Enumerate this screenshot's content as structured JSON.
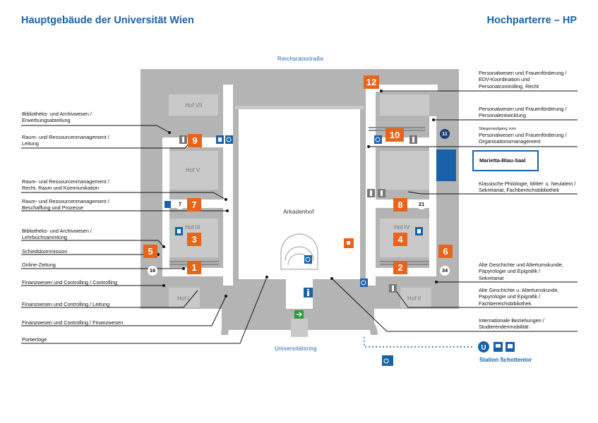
{
  "header": {
    "title": "Hauptgebäude der Universität Wien",
    "floor": "Hochparterre – HP"
  },
  "streets": {
    "north": "Reichsratsstraße",
    "south": "Universitätsring"
  },
  "courtyards": {
    "hof_vii": "Hof VII",
    "hof_v": "Hof V",
    "hof_iii": "Hof III",
    "hof_i": "Hof I",
    "hof_iv": "Hof IV",
    "hof_ii": "Hof II",
    "arkadenhof": "Arkadenhof"
  },
  "stairs": {
    "s1": "1",
    "s2": "2",
    "s3": "3",
    "s4": "4",
    "s5": "5",
    "s6": "6",
    "s7": "7",
    "s8": "8",
    "s9": "9",
    "s10": "10",
    "s12": "12"
  },
  "doors": {
    "d7": "7",
    "d11": "11",
    "d16": "16",
    "d21": "21",
    "d34": "34"
  },
  "labels_left": [
    {
      "lines": [
        "Bibliotheks- und Archivwesen /",
        "Erwerbungsabteilung"
      ]
    },
    {
      "lines": [
        "Raum- und Ressourcenmanagement /",
        "Leitung"
      ]
    },
    {
      "lines": [
        "Raum- und Ressourcenmanagement /",
        "Recht, Raum und Kommunikation"
      ]
    },
    {
      "lines": [
        "Raum- und Ressourcenmanagement /",
        "Beschaffung und Prozesse"
      ]
    },
    {
      "lines": [
        "Bibliotheks- und Archivwesen /",
        "Lehrbuchsammlung"
      ]
    },
    {
      "lines": [
        "Schiedskommission"
      ]
    },
    {
      "lines": [
        "Online-Zeitung"
      ]
    },
    {
      "lines": [
        "Finanzwesen und Controlling / Controlling"
      ]
    },
    {
      "lines": [
        "Finanzwesen und Controlling / Leitung"
      ]
    },
    {
      "lines": [
        "Finanzwesen und Controlling / Finanzwesen"
      ]
    },
    {
      "lines": [
        "Portierloge"
      ]
    }
  ],
  "labels_right": [
    {
      "lines": [
        "Personalwesen und Frauenförderung /",
        "EDV-Koordination und",
        "Personalcontrolling, Recht"
      ]
    },
    {
      "lines": [
        "Personalwesen und Frauenförderung /",
        "Personalentwicklung"
      ]
    },
    {
      "lines": [
        "Personalwesen und Frauenförderung /",
        "Organisationsmanagement"
      ],
      "pre": "Stiegenaufgang zum"
    },
    {
      "lines": [
        "Klassische Philologie, Mittel- u. Neulatein /",
        "Sekretariat, Fachbereichsbibliothek"
      ]
    },
    {
      "lines": [
        "Alte Geschichte und Altertumskunde,",
        "Papyrologie und Epigrafik /",
        "Sekretariat"
      ]
    },
    {
      "lines": [
        "Alte Geschichte u. Altertumskunde,",
        "Papyrologie und Epigrafik /",
        "Fachbereichsbibliothek"
      ]
    },
    {
      "lines": [
        "Internationale Beziehungen /",
        "Studierendenmobilität"
      ]
    }
  ],
  "highlight_room": "Marietta-Blau-Saal",
  "station": "Station Schottentor",
  "icons": [
    "wc-icon",
    "elevator-icon",
    "accessible-icon",
    "info-icon",
    "cafe-icon",
    "exit-icon",
    "ubahn-icon",
    "bus-icon",
    "tram-icon",
    "accessible-parking-icon"
  ],
  "colors": {
    "accent": "#1a62a8",
    "stairs": "#e8641b",
    "building": "#b4b4b4"
  }
}
